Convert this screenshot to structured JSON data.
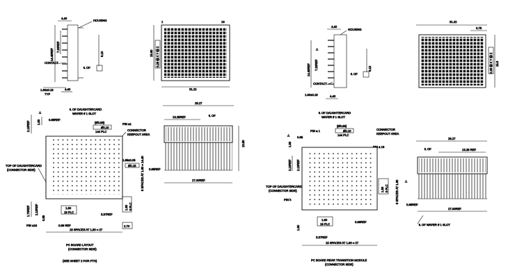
{
  "top_left": {
    "dim_4_40": "4.40",
    "dim_14_40": "14.40REF",
    "dim_7_20": "7.20REF",
    "dim_6_10": "6.10",
    "housing": "HOUSING",
    "contact": "CONTACT",
    "dim_1_60": "1.60±0.18",
    "typ": "TYP",
    "dim_4_40b": "4.40",
    "cl_of": "℄ OF"
  },
  "top_mid": {
    "dim_15_60": "15.60",
    "dim_31_22": "31.22",
    "corner_1": "1",
    "corner_16": "16",
    "tol": "0.25 Ⓜ X Y Ⓜ Z"
  },
  "bottom_left": {
    "dim_2_10": "2.10REF",
    "dim_1_80": "1.80",
    "dim_0_65": "0.65REF",
    "daughtercard": "℄ OF DAUGHTERCARD",
    "wafer": "WAFER # 1 SLOT",
    "dim_056": "(Ø0.56)",
    "dim_010": "Ø0.10",
    "plc144": "144 PLC",
    "pin_a1": "PIN a1",
    "keepout_1": "CONNECTOR",
    "keepout_2": "KEEPOUT AREA",
    "dim_1_65": "1.65±0.05",
    "dim_015": "Ø0.15",
    "spaces_v": "8 SPACES AT 1.80 = 14.40",
    "top_dc_1": "TOP OF DAUGHTERCARD",
    "top_dc_2": "(CONNECTOR SIDE)",
    "dim_1_70": "1.70REF",
    "dim_2_10b": "2.10REF",
    "dim_0_65b": "0.65",
    "pin_a16": "PIN a16",
    "b180": "1.80",
    "b15plc": "15 PLC",
    "b099": "0.99 REF",
    "b337": "3.37REF",
    "spaces_h": "15 SPACES AT 1.80 = 27",
    "r180": "1.80",
    "r8plc": "8 PLC",
    "r270": "2.70",
    "title_1": "PC BOARD LAYOUT",
    "title_2": "(CONNECTOR SIDE)",
    "note": "(SEE SHEET 2 FOR PTH)"
  },
  "bottom_mid": {
    "dim_28_27": "28.27",
    "dim_13_25": "13.25REF",
    "dim_10_50": "10.50",
    "cl_of": "℄ OF",
    "dim_0_65": "0.65REF",
    "dim_27_00": "27.00REF"
  },
  "top_right": {
    "dim_4_40": "4.40",
    "housing": "HOUSING",
    "dim_14_40": "14.40REF",
    "dim_7_20": "7.20REF",
    "dim_6_10": "6.10",
    "contact": "CONTACT",
    "dim_1_60": "1.60±0.18",
    "dim_4_40b": "4.40",
    "cl_of": "℄ OF"
  },
  "top_far": {
    "dim_31_22": "31.22",
    "dim_0_75": "0.75",
    "dim_15_6": "15.6",
    "tol": "0.25 Ⓜ X Y Ⓜ Z"
  },
  "bottom_right": {
    "daughtercard": "℄ OF DAUGHTERCARD",
    "wafer": "WAFER # 1 SLOT",
    "dim_056": "(Ø0.56)",
    "dim_010": "Ø0.10",
    "plc144": "144 PLC",
    "keepout_1": "CONNECTOR",
    "keepout_2": "KEEPOUT AREA",
    "pin_a1": "PIN a 1",
    "pin_a16": "PIN a 16",
    "dim_0_65": "0.65",
    "dim_1_80": "1.80",
    "dim_2_10": "2.10REF",
    "dim_2_10b": "2.10REF",
    "top_dc_1": "TOP OF DAUGHTERCARD",
    "top_dc_2": "(CONNECTOR SIDE)",
    "pin_h": "PIN h",
    "r180": "1.80",
    "r8plc": "8 PLC",
    "spaces_v": "8 SPACES AT 1.80",
    "b180": "1.80",
    "b15plc": "15 PLC",
    "b099": "0.99REF",
    "b337": "3.37REF",
    "spaces_h": "15 SPACES AT 1.80 = 27",
    "b180v": "1.80",
    "title_1": "PC BOARD REAR TRANSITION MODULE",
    "title_2": "(CONNECTOR SIDE)"
  },
  "bottom_far": {
    "dim_28_27": "28.27",
    "dim_13_25": "13.25 REF",
    "cl_of": "℄ OF",
    "dim_0_65": "0.65REF",
    "dim_27_00": "27.00REF",
    "wafer": "℄ OF WAFER # 1 SLOT"
  }
}
